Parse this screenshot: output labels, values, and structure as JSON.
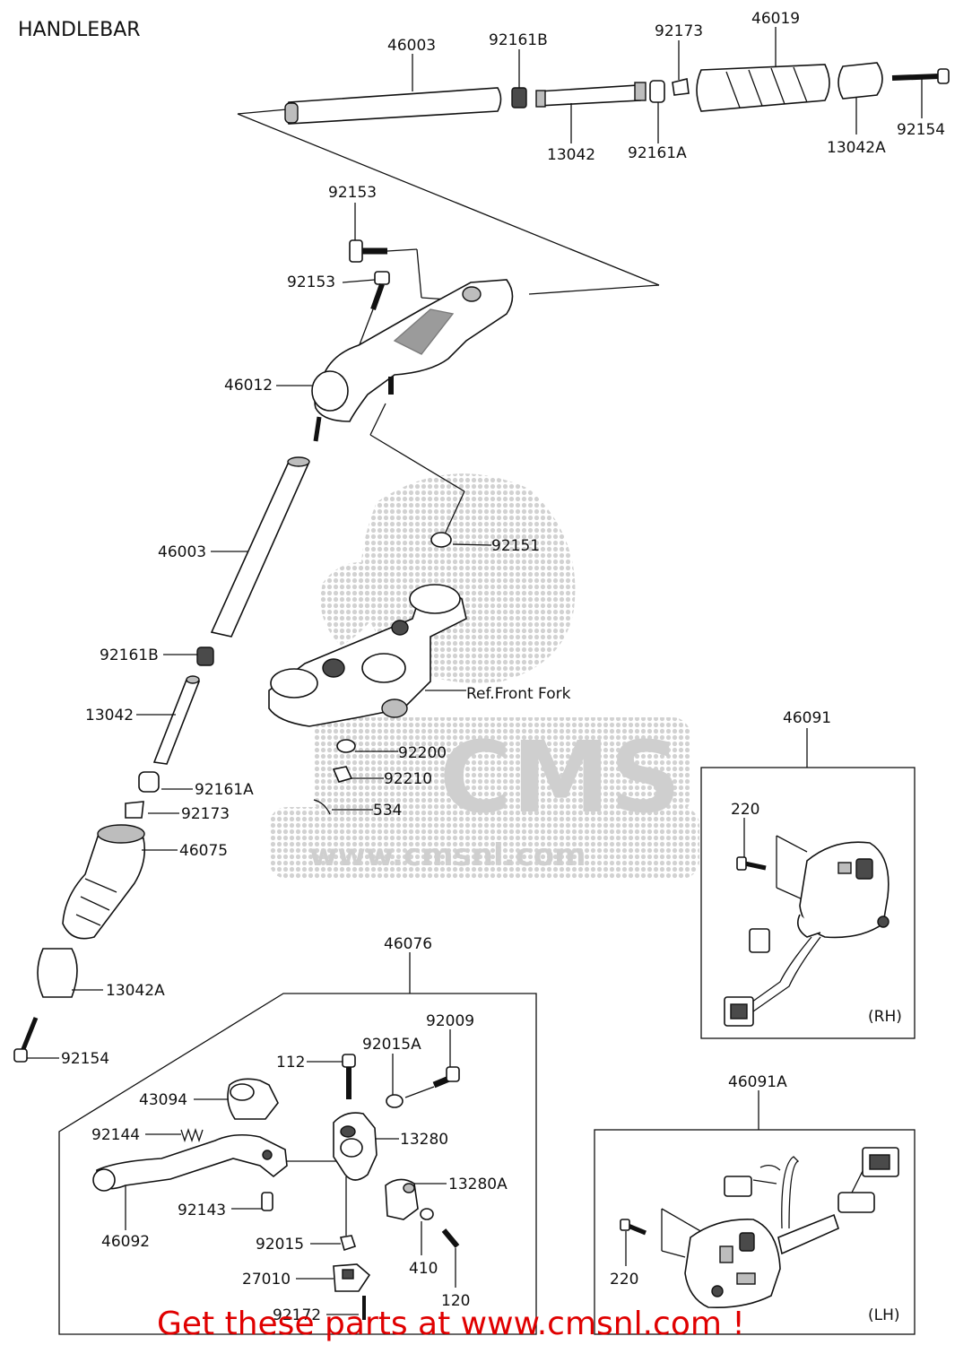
{
  "title": "HANDLEBAR",
  "promo": "Get these parts at www.cmsnl.com !",
  "watermark": {
    "logo": "CMS",
    "url": "www.cmsnl.com"
  },
  "labels": {
    "top_46003": "46003",
    "top_92161B": "92161B",
    "top_92173": "92173",
    "top_46019": "46019",
    "top_13042": "13042",
    "top_92161A": "92161A",
    "top_13042A": "13042A",
    "top_92154": "92154",
    "l_92153_a": "92153",
    "l_92153_b": "92153",
    "l_46012": "46012",
    "l_92151": "92151",
    "l_46003": "46003",
    "l_92161B": "92161B",
    "l_13042": "13042",
    "l_ref_front_fork": "Ref.Front Fork",
    "l_92200": "92200",
    "l_92210": "92210",
    "l_92161A": "92161A",
    "l_534": "534",
    "l_92173": "92173",
    "l_46075": "46075",
    "l_13042A": "13042A",
    "l_92154": "92154",
    "l_46076": "46076",
    "l_92009": "92009",
    "l_92015A": "92015A",
    "l_112": "112",
    "l_43094": "43094",
    "l_92144": "92144",
    "l_13280": "13280",
    "l_13280A": "13280A",
    "l_92143": "92143",
    "l_46092": "46092",
    "l_92015": "92015",
    "l_410": "410",
    "l_120": "120",
    "l_27010": "27010",
    "l_92172": "92172",
    "l_46091": "46091",
    "l_220_rh": "220",
    "l_rh": "(RH)",
    "l_46091A": "46091A",
    "l_220_lh": "220",
    "l_lh": "(LH)"
  }
}
